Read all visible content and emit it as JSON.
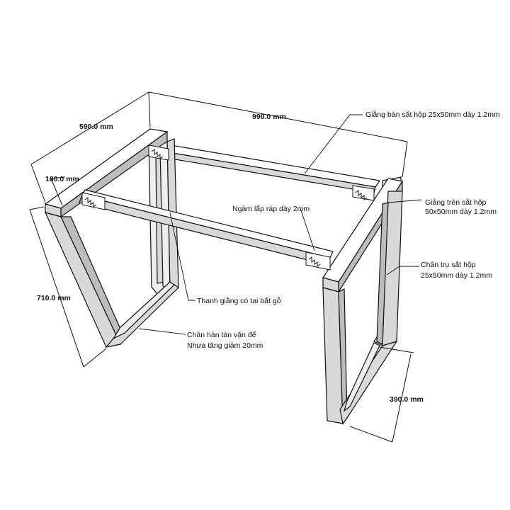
{
  "dimensions": {
    "width": "990.0 mm",
    "depth": "590.0 mm",
    "leg_top_thickness": "100.0 mm",
    "height": "710.0 mm",
    "base_depth": "390.0 mm"
  },
  "annotations": {
    "top_rail": "Giằng bàn sắt hộp 25x50mm dày 1.2mm",
    "upper_rail_line1": "Giằng trên sắt hộp",
    "upper_rail_line2": "50x50mm dày 1.2mm",
    "joint_plate": "Ngàm lắp ráp dày 2mm",
    "leg_line1": "Chân trụ sắt hộp",
    "leg_line2": "25x50mm dày 1.2mm",
    "crossbar": "Thanh giằng có tai bắt gỗ",
    "foot_line1": "Chân hàn tán vặn để",
    "foot_line2": "Nhựa tăng giảm 20mm"
  },
  "colors": {
    "line": "#111111",
    "steel_face": "#d9d9d9",
    "steel_top": "#ffffff"
  }
}
